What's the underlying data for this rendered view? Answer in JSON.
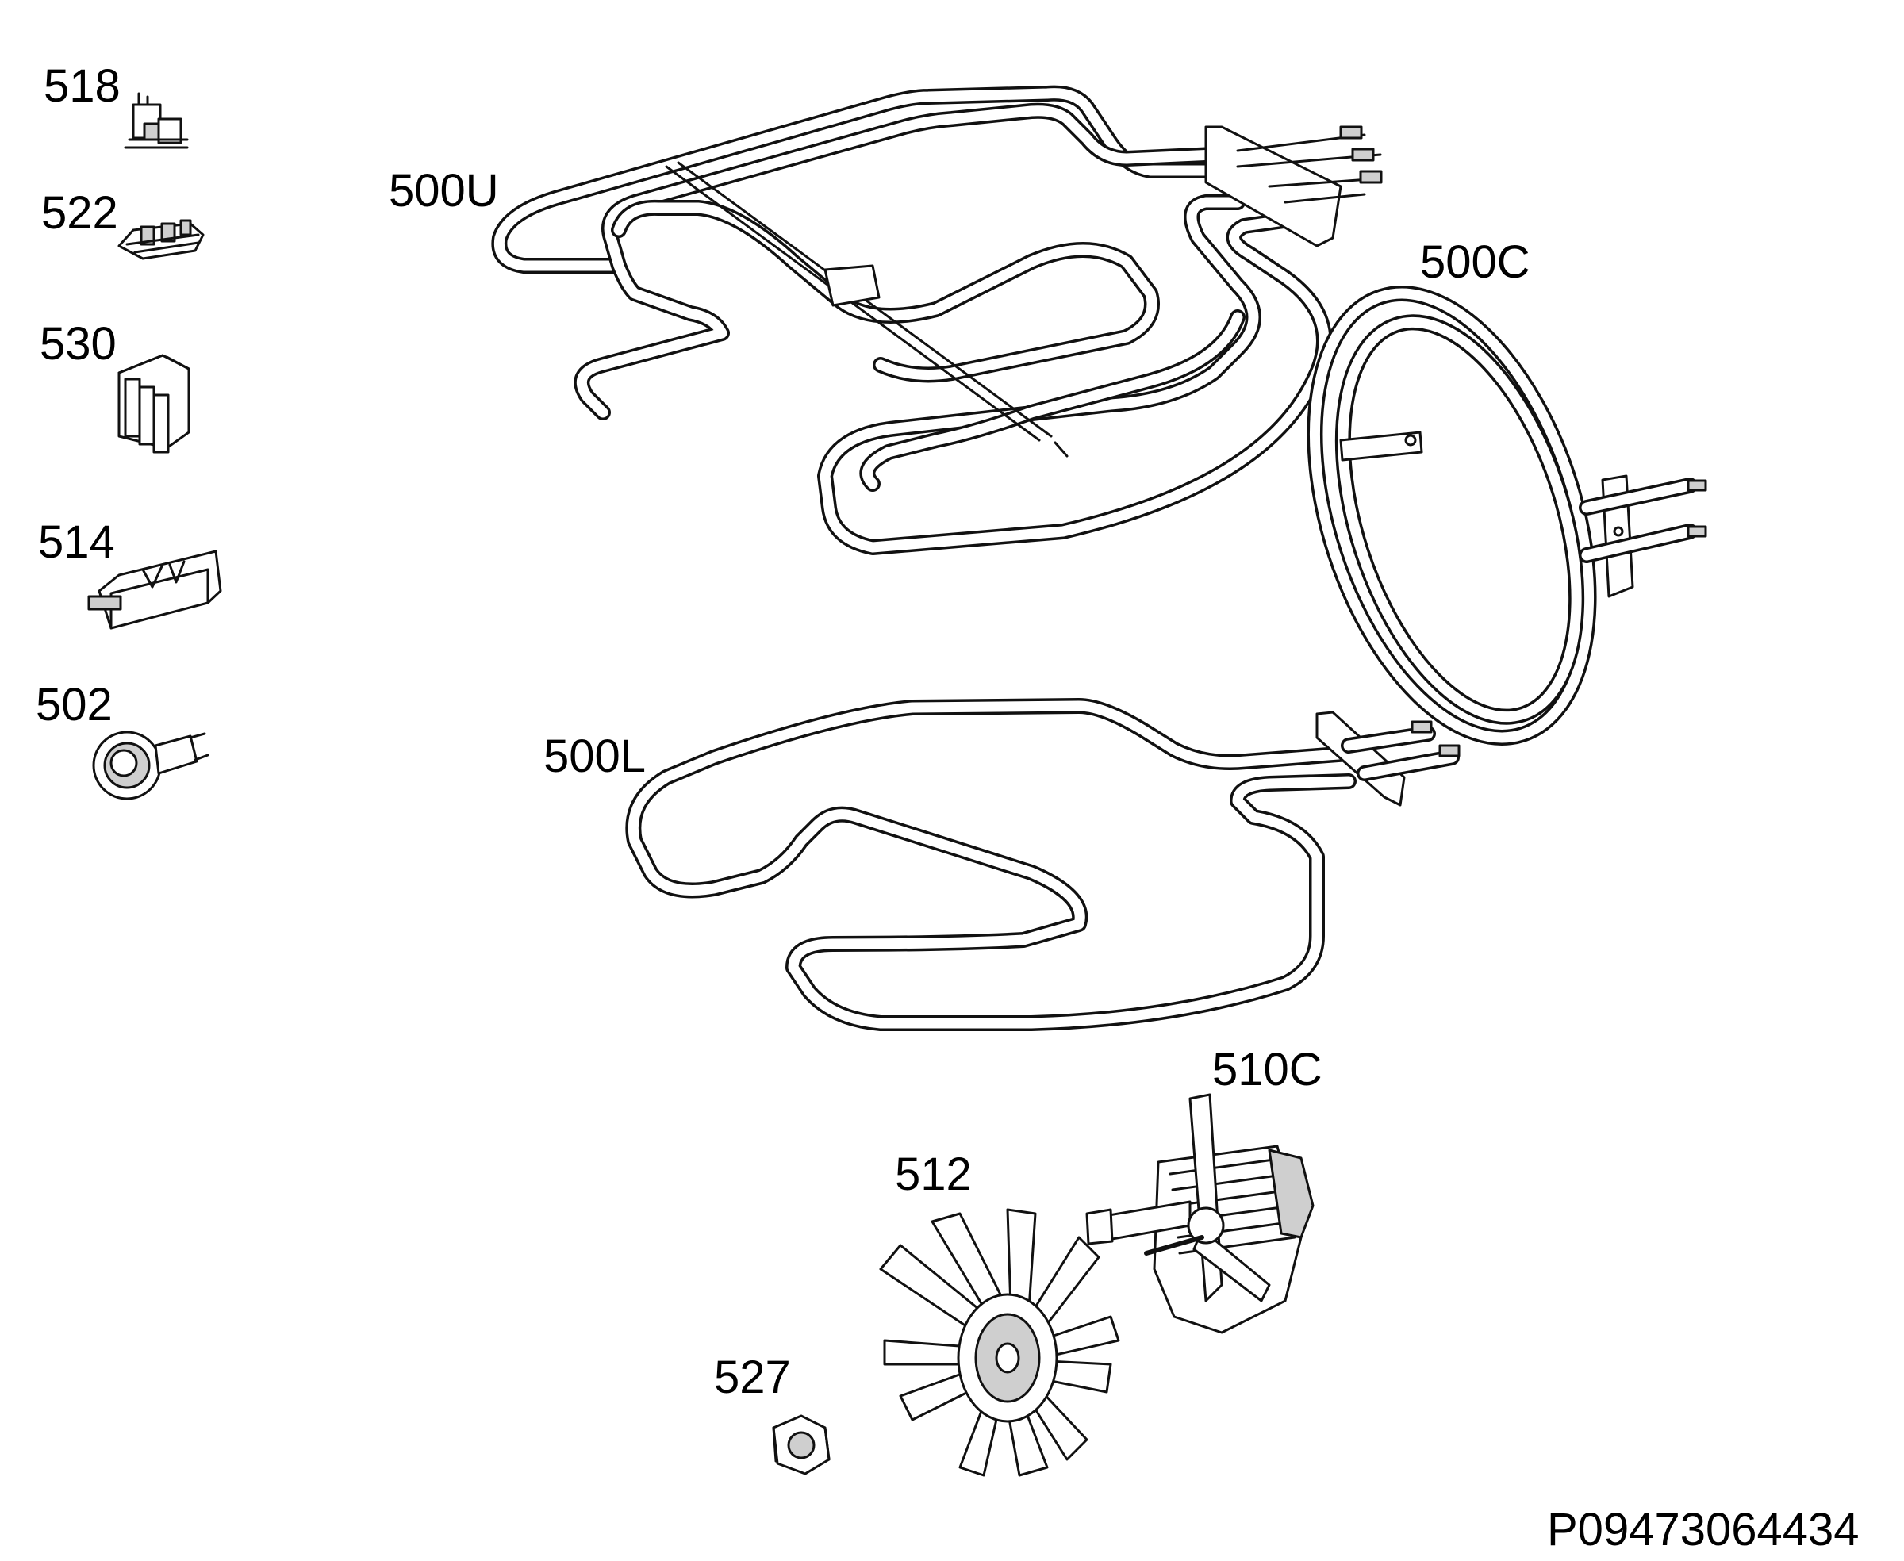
{
  "document_id": "P09473064434",
  "parts": [
    {
      "id": "p518",
      "label": "518",
      "icon": "thermostat-switch-icon"
    },
    {
      "id": "p522",
      "label": "522",
      "icon": "terminal-block-icon"
    },
    {
      "id": "p530",
      "label": "530",
      "icon": "connector-block-icon"
    },
    {
      "id": "p514",
      "label": "514",
      "icon": "fuse-holder-icon"
    },
    {
      "id": "p502",
      "label": "502",
      "icon": "oven-lamp-icon"
    },
    {
      "id": "p500U",
      "label": "500U",
      "icon": "upper-heating-element-icon"
    },
    {
      "id": "p500C",
      "label": "500C",
      "icon": "circular-heating-element-icon"
    },
    {
      "id": "p500L",
      "label": "500L",
      "icon": "lower-heating-element-icon"
    },
    {
      "id": "p510C",
      "label": "510C",
      "icon": "fan-motor-icon"
    },
    {
      "id": "p512",
      "label": "512",
      "icon": "fan-blade-icon"
    },
    {
      "id": "p527",
      "label": "527",
      "icon": "fan-nut-icon"
    }
  ]
}
